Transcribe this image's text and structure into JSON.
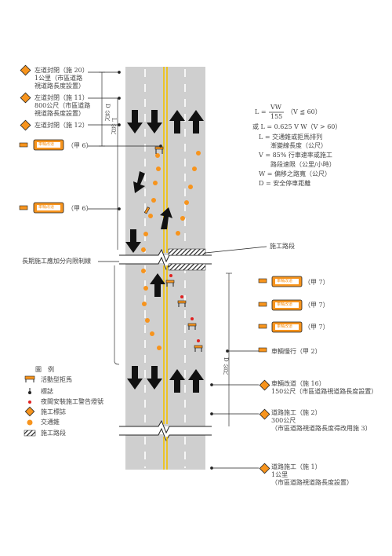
{
  "colors": {
    "road": "#cfcfcf",
    "cone": "#f7941d",
    "sign": "#f7941d",
    "line": "#f2c200",
    "hatch": "#222222"
  },
  "left_signs": [
    {
      "icon": "diamond-sign",
      "lines": [
        "左道封閉（施 20）",
        "1公里（市區道路",
        "視道路長度設置）"
      ]
    },
    {
      "icon": "diamond-sign",
      "lines": [
        "左道封閉（施 11）",
        "800公尺（市區道路",
        "視道路長度設置）"
      ]
    },
    {
      "icon": "diamond-sign",
      "lines": [
        "左道封閉（施 12）"
      ]
    }
  ],
  "left_board_label_1": "（甲 6）",
  "left_board_label_2": "（甲 6）",
  "formula": {
    "l1_prefix": "L =",
    "l1_num": "VW",
    "l1_den": "155",
    "l1_cond": "（V ≦ 60）",
    "l2": "或 L = 0.625 V W（V > 60）",
    "defs": [
      "L = 交通錐或拒馬排列",
      "漸變線長度（公尺）",
      "V = 85% 行車速率或施工",
      "路段速限（公里/小時）",
      "W = 偏移之路寬（公尺）",
      "D = 安全停車距離"
    ]
  },
  "work_section_top": "施工路段",
  "long_work_label": "長期施工應加分向限制線",
  "right_boards": [
    {
      "label": "（甲 7）"
    },
    {
      "label": "（甲 7）"
    },
    {
      "label": "（甲 7）"
    }
  ],
  "vehicle_label": "車輛慢行（甲 2）",
  "right_signs": [
    {
      "lines": [
        "車輛改道（施 16）",
        "150公尺（市區道路視道路長度設置）"
      ]
    },
    {
      "lines": [
        "道路施工（施 2）",
        "300公尺",
        "（市區道路視道路長度得改用施 3）"
      ]
    },
    {
      "lines": [
        "道路施工（施 1）",
        "1公里",
        "（市區道路視道路長度設置）"
      ]
    }
  ],
  "legend": {
    "title": "圖　例",
    "items": [
      "活動型拒馬",
      "標誌",
      "夜間安裝施工警告燈號",
      "施工標誌",
      "交通錐",
      "施工路段"
    ]
  },
  "dim_labels": {
    "d_top": "D 公尺",
    "l_top": "L 公尺",
    "d_bottom": "D 公尺"
  },
  "board_text": "車輛改道"
}
